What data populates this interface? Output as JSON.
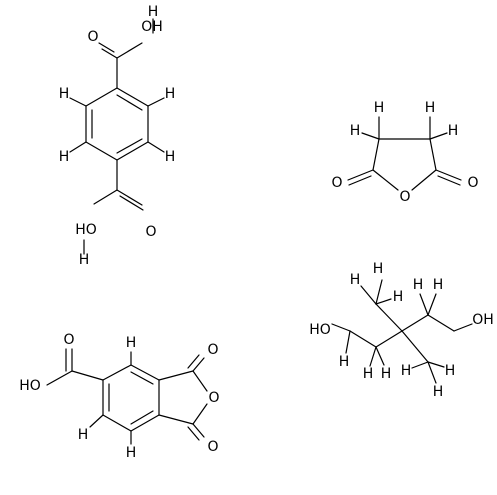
{
  "diagram": {
    "molecules": [
      {
        "id": "terephthalic_acid"
      },
      {
        "id": "succinic_anhydride"
      },
      {
        "id": "neopentyl_glycol"
      },
      {
        "id": "trimellitic_anhydride"
      }
    ],
    "atom_labels": {
      "H": "H",
      "O": "O",
      "OH": "OH",
      "HO": "HO"
    },
    "colors": {
      "stroke": "#000000",
      "background": "#ffffff"
    }
  }
}
